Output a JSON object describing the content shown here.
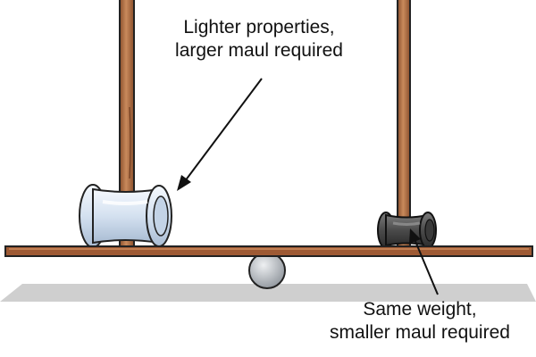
{
  "captions": {
    "light_maul": {
      "line1": "Lighter properties,",
      "line2": "larger maul required"
    },
    "heavy_maul": {
      "line1": "Same weight,",
      "line2": "smaller maul required"
    }
  },
  "colors": {
    "handle": "#b5734a",
    "beam": "#9e5a34",
    "light_maul_head": "#d6e3f2",
    "heavy_maul_head": "#4a4a4a",
    "fulcrum": "#b9bec4",
    "shadow": "#cfcfcf"
  }
}
